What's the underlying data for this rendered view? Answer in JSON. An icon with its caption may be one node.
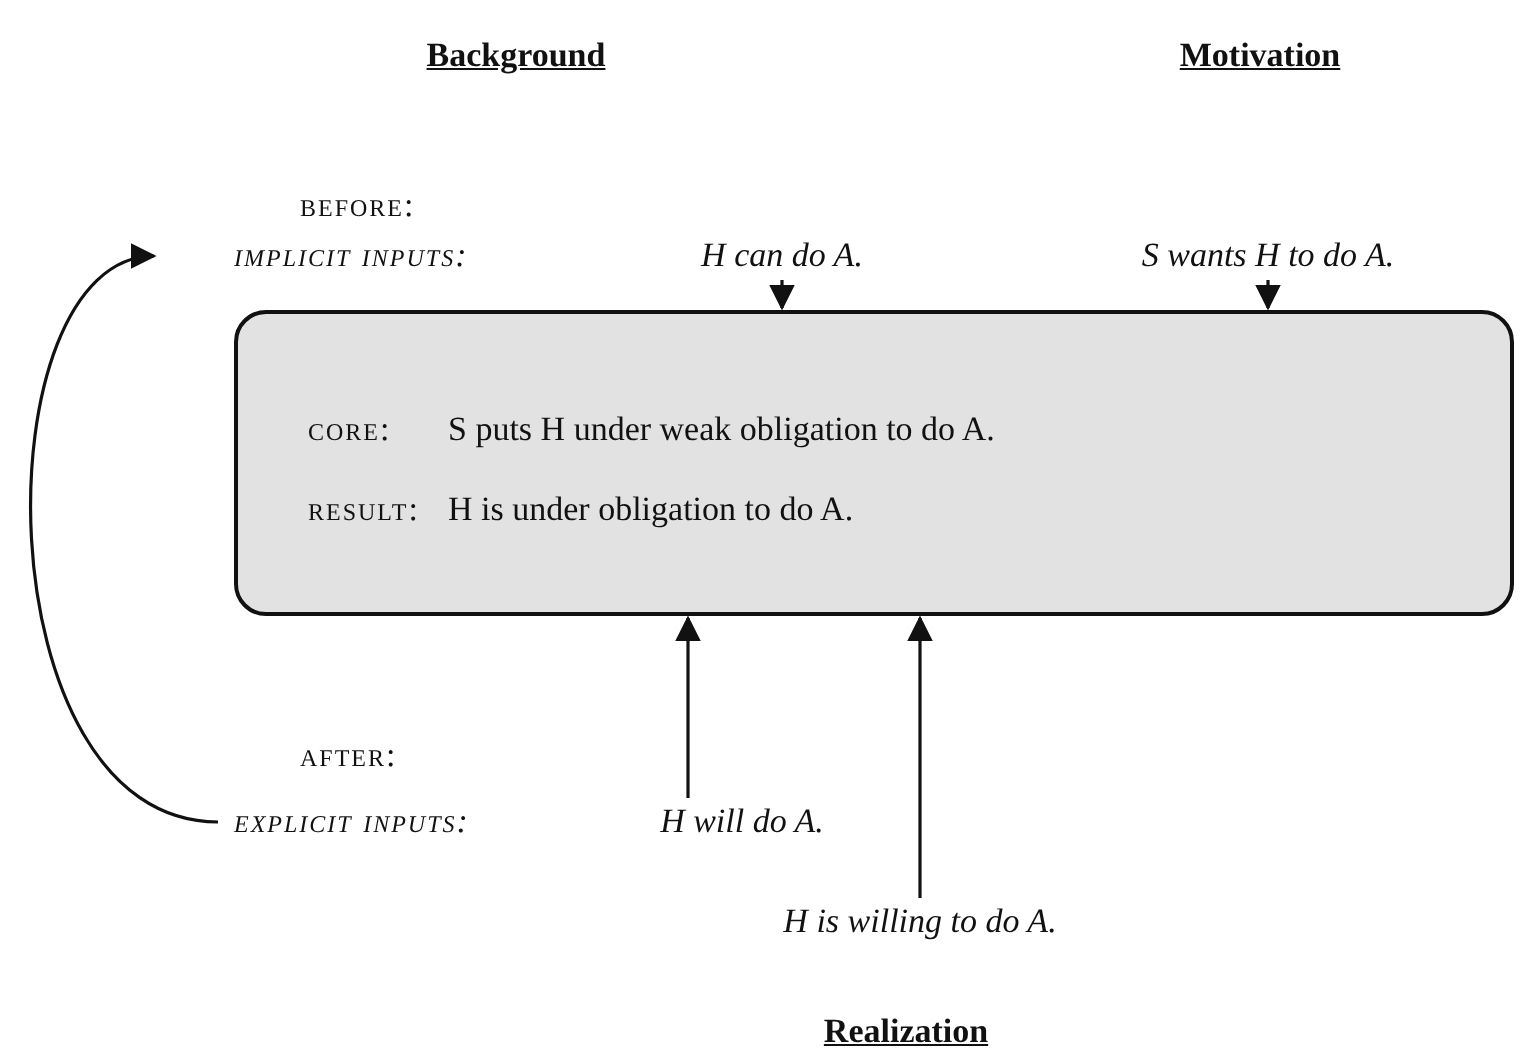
{
  "diagram": {
    "nodes": [
      {
        "text": [
          "H can do A."
        ]
      },
      {
        "text": [
          "S wants H to do A."
        ]
      },
      {
        "text": [
          "core:",
          "S puts H under weak obligation to do A.",
          "result:",
          "H is under obligation to do A."
        ]
      },
      {
        "text": [
          "H will do A."
        ]
      },
      {
        "text": [
          "H is willing to do A."
        ]
      },
      {
        "text": [
          "implicit inputs:"
        ]
      },
      {
        "text": [
          "explicit inputs:"
        ]
      }
    ],
    "edges": [
      {
        "from": 0,
        "to": 2,
        "arrow": "to"
      },
      {
        "from": 1,
        "to": 2,
        "arrow": "to"
      },
      {
        "from": 3,
        "to": 2,
        "arrow": "to"
      },
      {
        "from": 4,
        "to": 2,
        "arrow": "to"
      },
      {
        "from": 6,
        "to": 5,
        "arrow": "to"
      }
    ],
    "labels": [
      "Background",
      "Motivation",
      "before:",
      "after:",
      "Realization"
    ]
  }
}
